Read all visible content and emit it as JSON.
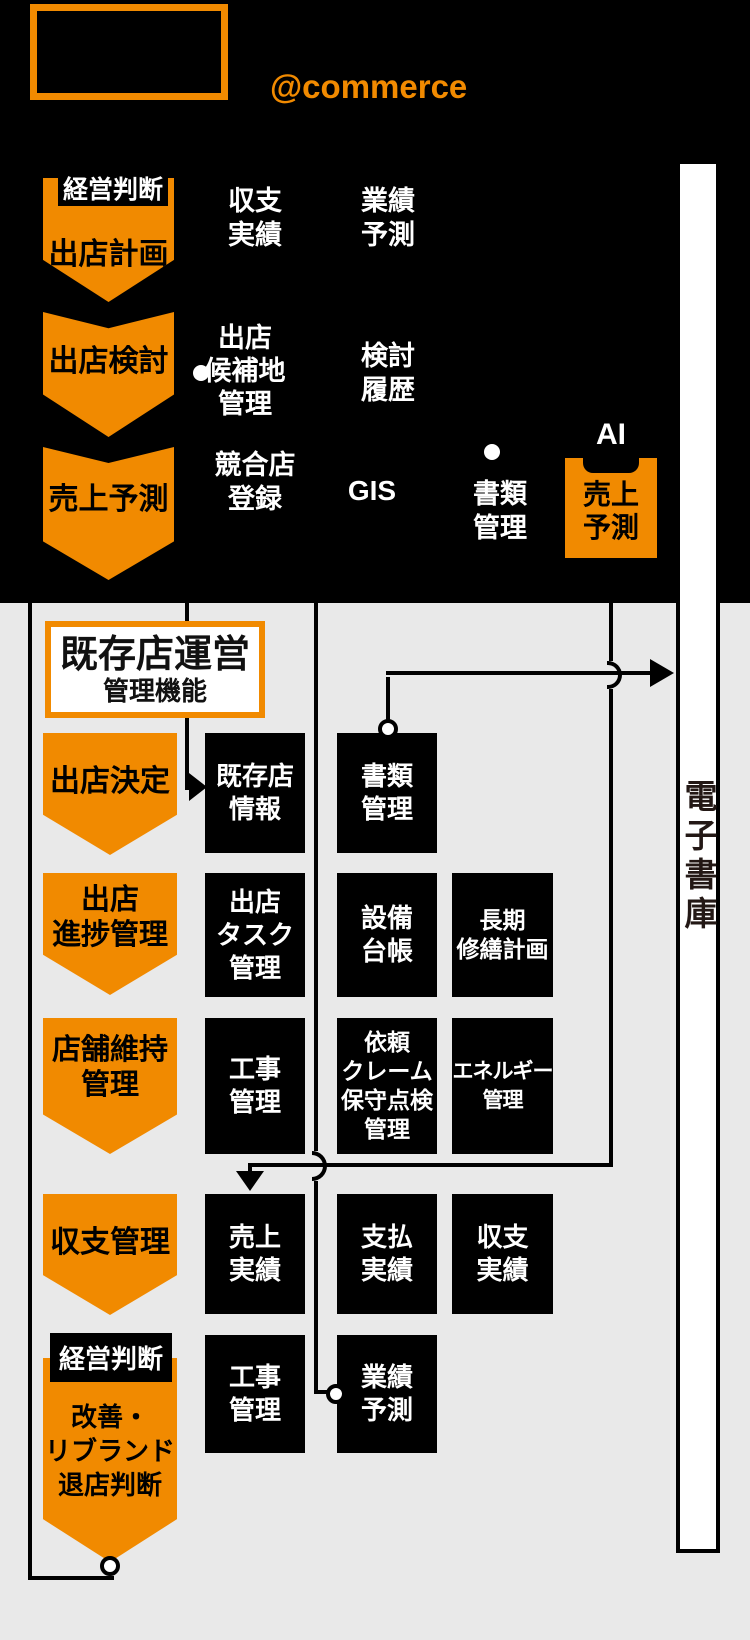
{
  "header": {
    "brand": "@commerce"
  },
  "top_flow": {
    "stage1_tag": "経営判断",
    "stage1": "出店計画",
    "row1_items": [
      "収支\n実績",
      "業績\n予測"
    ],
    "stage2": "出店検討",
    "row2_items": [
      "出店\n候補地\n管理",
      "検討\n履歴"
    ],
    "stage3": "売上予測",
    "row3_items": [
      "競合店\n登録",
      "GIS",
      "書類\n管理"
    ],
    "ai_tag": "AI",
    "ai_label": "売上\n予測"
  },
  "library": {
    "label": "電子書庫"
  },
  "main": {
    "title": "既存店運営",
    "subtitle": "管理機能",
    "rows": [
      {
        "stage": "出店決定",
        "boxes": [
          "既存店\n情報",
          "書類\n管理"
        ]
      },
      {
        "stage": "出店\n進捗管理",
        "boxes": [
          "出店\nタスク\n管理",
          "設備\n台帳",
          "長期\n修繕計画"
        ]
      },
      {
        "stage": "店舗維持\n管理",
        "boxes": [
          "工事\n管理",
          "依頼\nクレーム\n保守点検\n管理",
          "エネルギー\n管理"
        ]
      },
      {
        "stage": "収支管理",
        "boxes": [
          "売上\n実績",
          "支払\n実績",
          "収支\n実績"
        ]
      },
      {
        "stage_tag": "経営判断",
        "stage": "改善・\nリブランド\n退店判断",
        "boxes": [
          "工事\n管理",
          "業績\n予測"
        ]
      }
    ]
  },
  "colors": {
    "accent": "#F18A00",
    "band": "#000000",
    "background": "#E9E9E9",
    "box": "#000000",
    "library_text": "#231815"
  }
}
